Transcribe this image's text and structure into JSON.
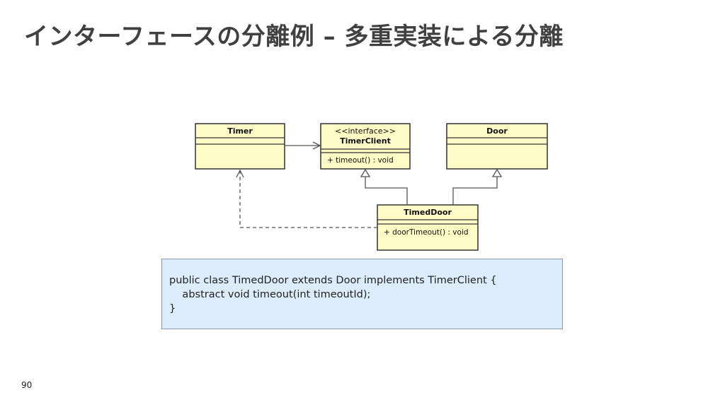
{
  "title": "インターフェースの分離例 – 多重実装による分離",
  "diagram": {
    "classes": {
      "timer": {
        "name": "Timer"
      },
      "timer_client": {
        "stereotype": "<<interface>>",
        "name": "TimerClient",
        "operation": "+ timeout() : void"
      },
      "door": {
        "name": "Door"
      },
      "timed_door": {
        "name": "TimedDoor",
        "operation": "+ doorTimeout() : void"
      }
    },
    "colors": {
      "class_fill": "#fffbc6",
      "class_border": "#333333",
      "line": "#555555"
    }
  },
  "code": {
    "lines": [
      "public class TimedDoor extends Door implements TimerClient {",
      "    abstract void timeout(int timeoutId);",
      "}"
    ]
  },
  "page_number": "90"
}
